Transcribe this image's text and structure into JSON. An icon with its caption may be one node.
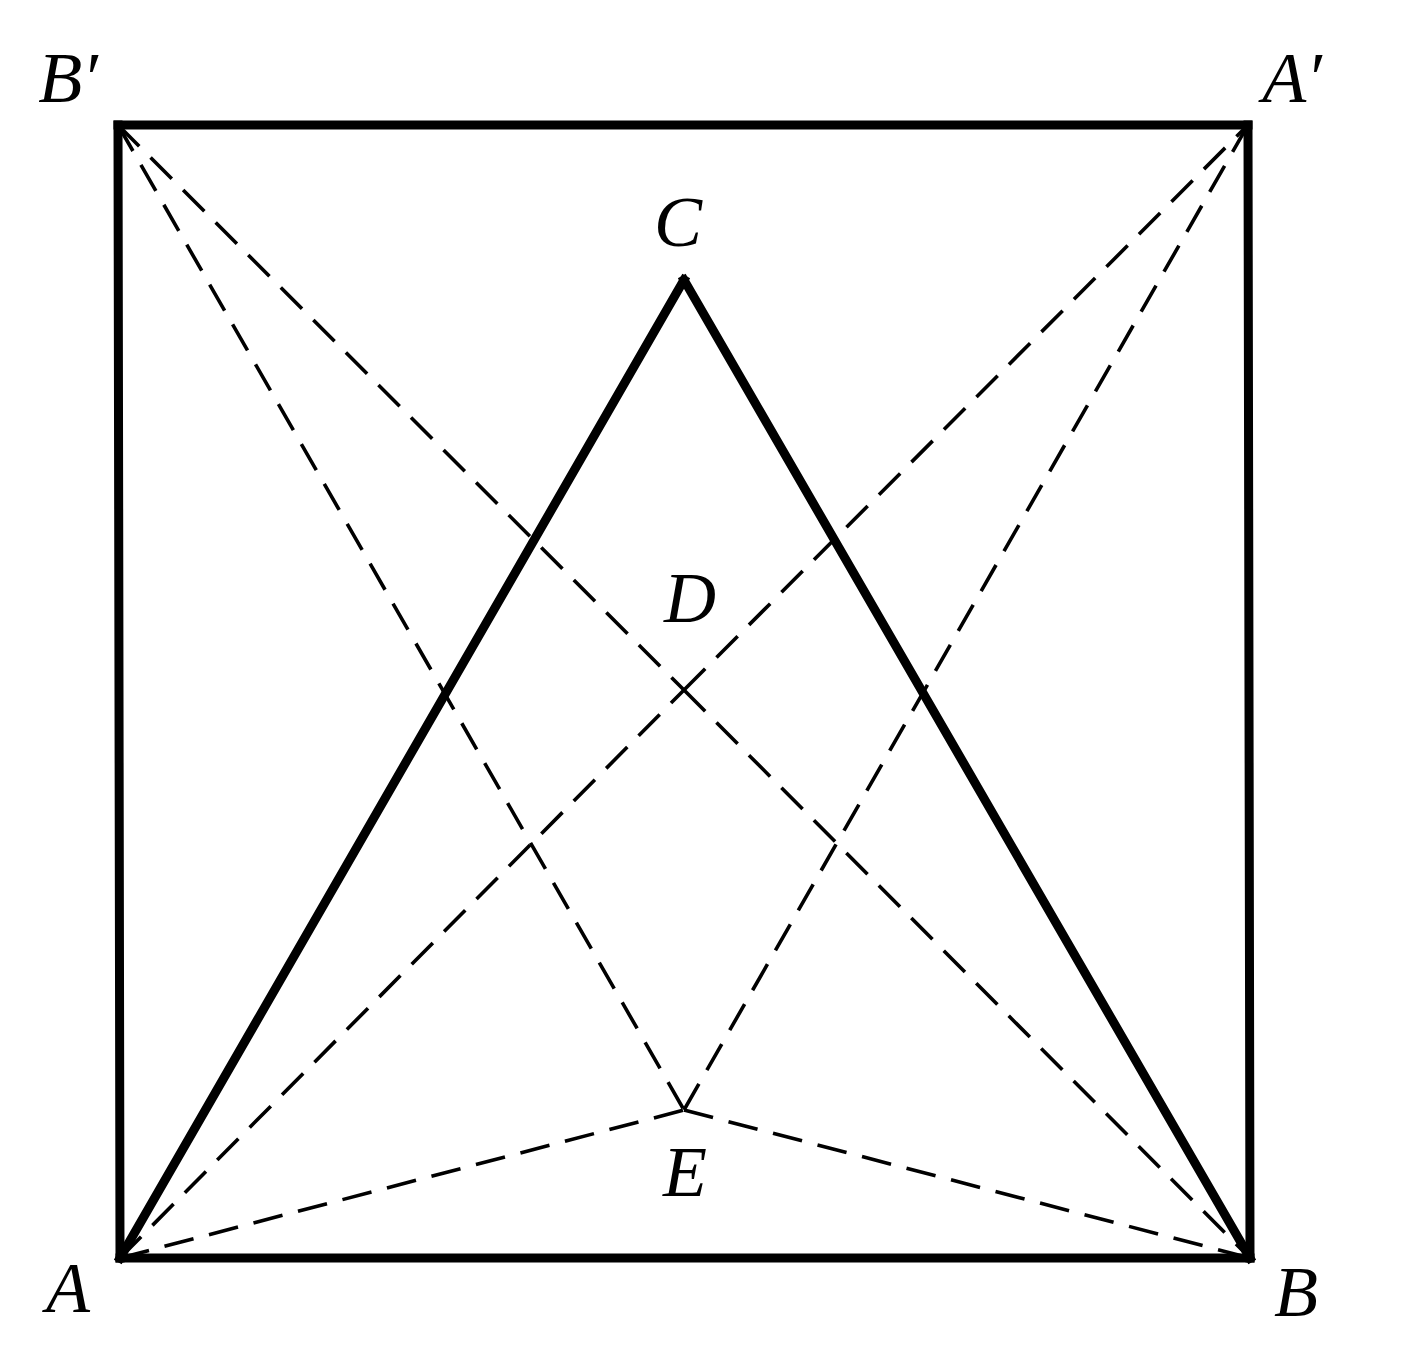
{
  "diagram": {
    "nodes": [
      {
        "text": [
          "B′"
        ]
      },
      {
        "text": [
          "A′"
        ]
      },
      {
        "text": [
          "C"
        ]
      },
      {
        "text": [
          "D"
        ]
      },
      {
        "text": [
          "E"
        ]
      },
      {
        "text": [
          "A"
        ]
      },
      {
        "text": [
          "B"
        ]
      }
    ],
    "edges": [
      {
        "from": 5,
        "to": 6,
        "arrow": "none",
        "style": "thick"
      },
      {
        "from": 6,
        "to": 1,
        "arrow": "none",
        "style": "thick"
      },
      {
        "from": 1,
        "to": 0,
        "arrow": "none",
        "style": "thick"
      },
      {
        "from": 0,
        "to": 5,
        "arrow": "none",
        "style": "thick"
      },
      {
        "from": 5,
        "to": 2,
        "arrow": "none",
        "style": "thick"
      },
      {
        "from": 2,
        "to": 6,
        "arrow": "none",
        "style": "thick"
      },
      {
        "from": 5,
        "to": 3,
        "arrow": "none",
        "style": "dashed"
      },
      {
        "from": 3,
        "to": 1,
        "arrow": "none",
        "style": "dashed"
      },
      {
        "from": 0,
        "to": 3,
        "arrow": "none",
        "style": "dashed"
      },
      {
        "from": 3,
        "to": 6,
        "arrow": "none",
        "style": "dashed"
      },
      {
        "from": 0,
        "to": 4,
        "arrow": "none",
        "style": "dashed"
      },
      {
        "from": 4,
        "to": 1,
        "arrow": "none",
        "style": "dashed"
      },
      {
        "from": 5,
        "to": 4,
        "arrow": "none",
        "style": "dashed"
      },
      {
        "from": 4,
        "to": 6,
        "arrow": "none",
        "style": "dashed"
      }
    ]
  }
}
